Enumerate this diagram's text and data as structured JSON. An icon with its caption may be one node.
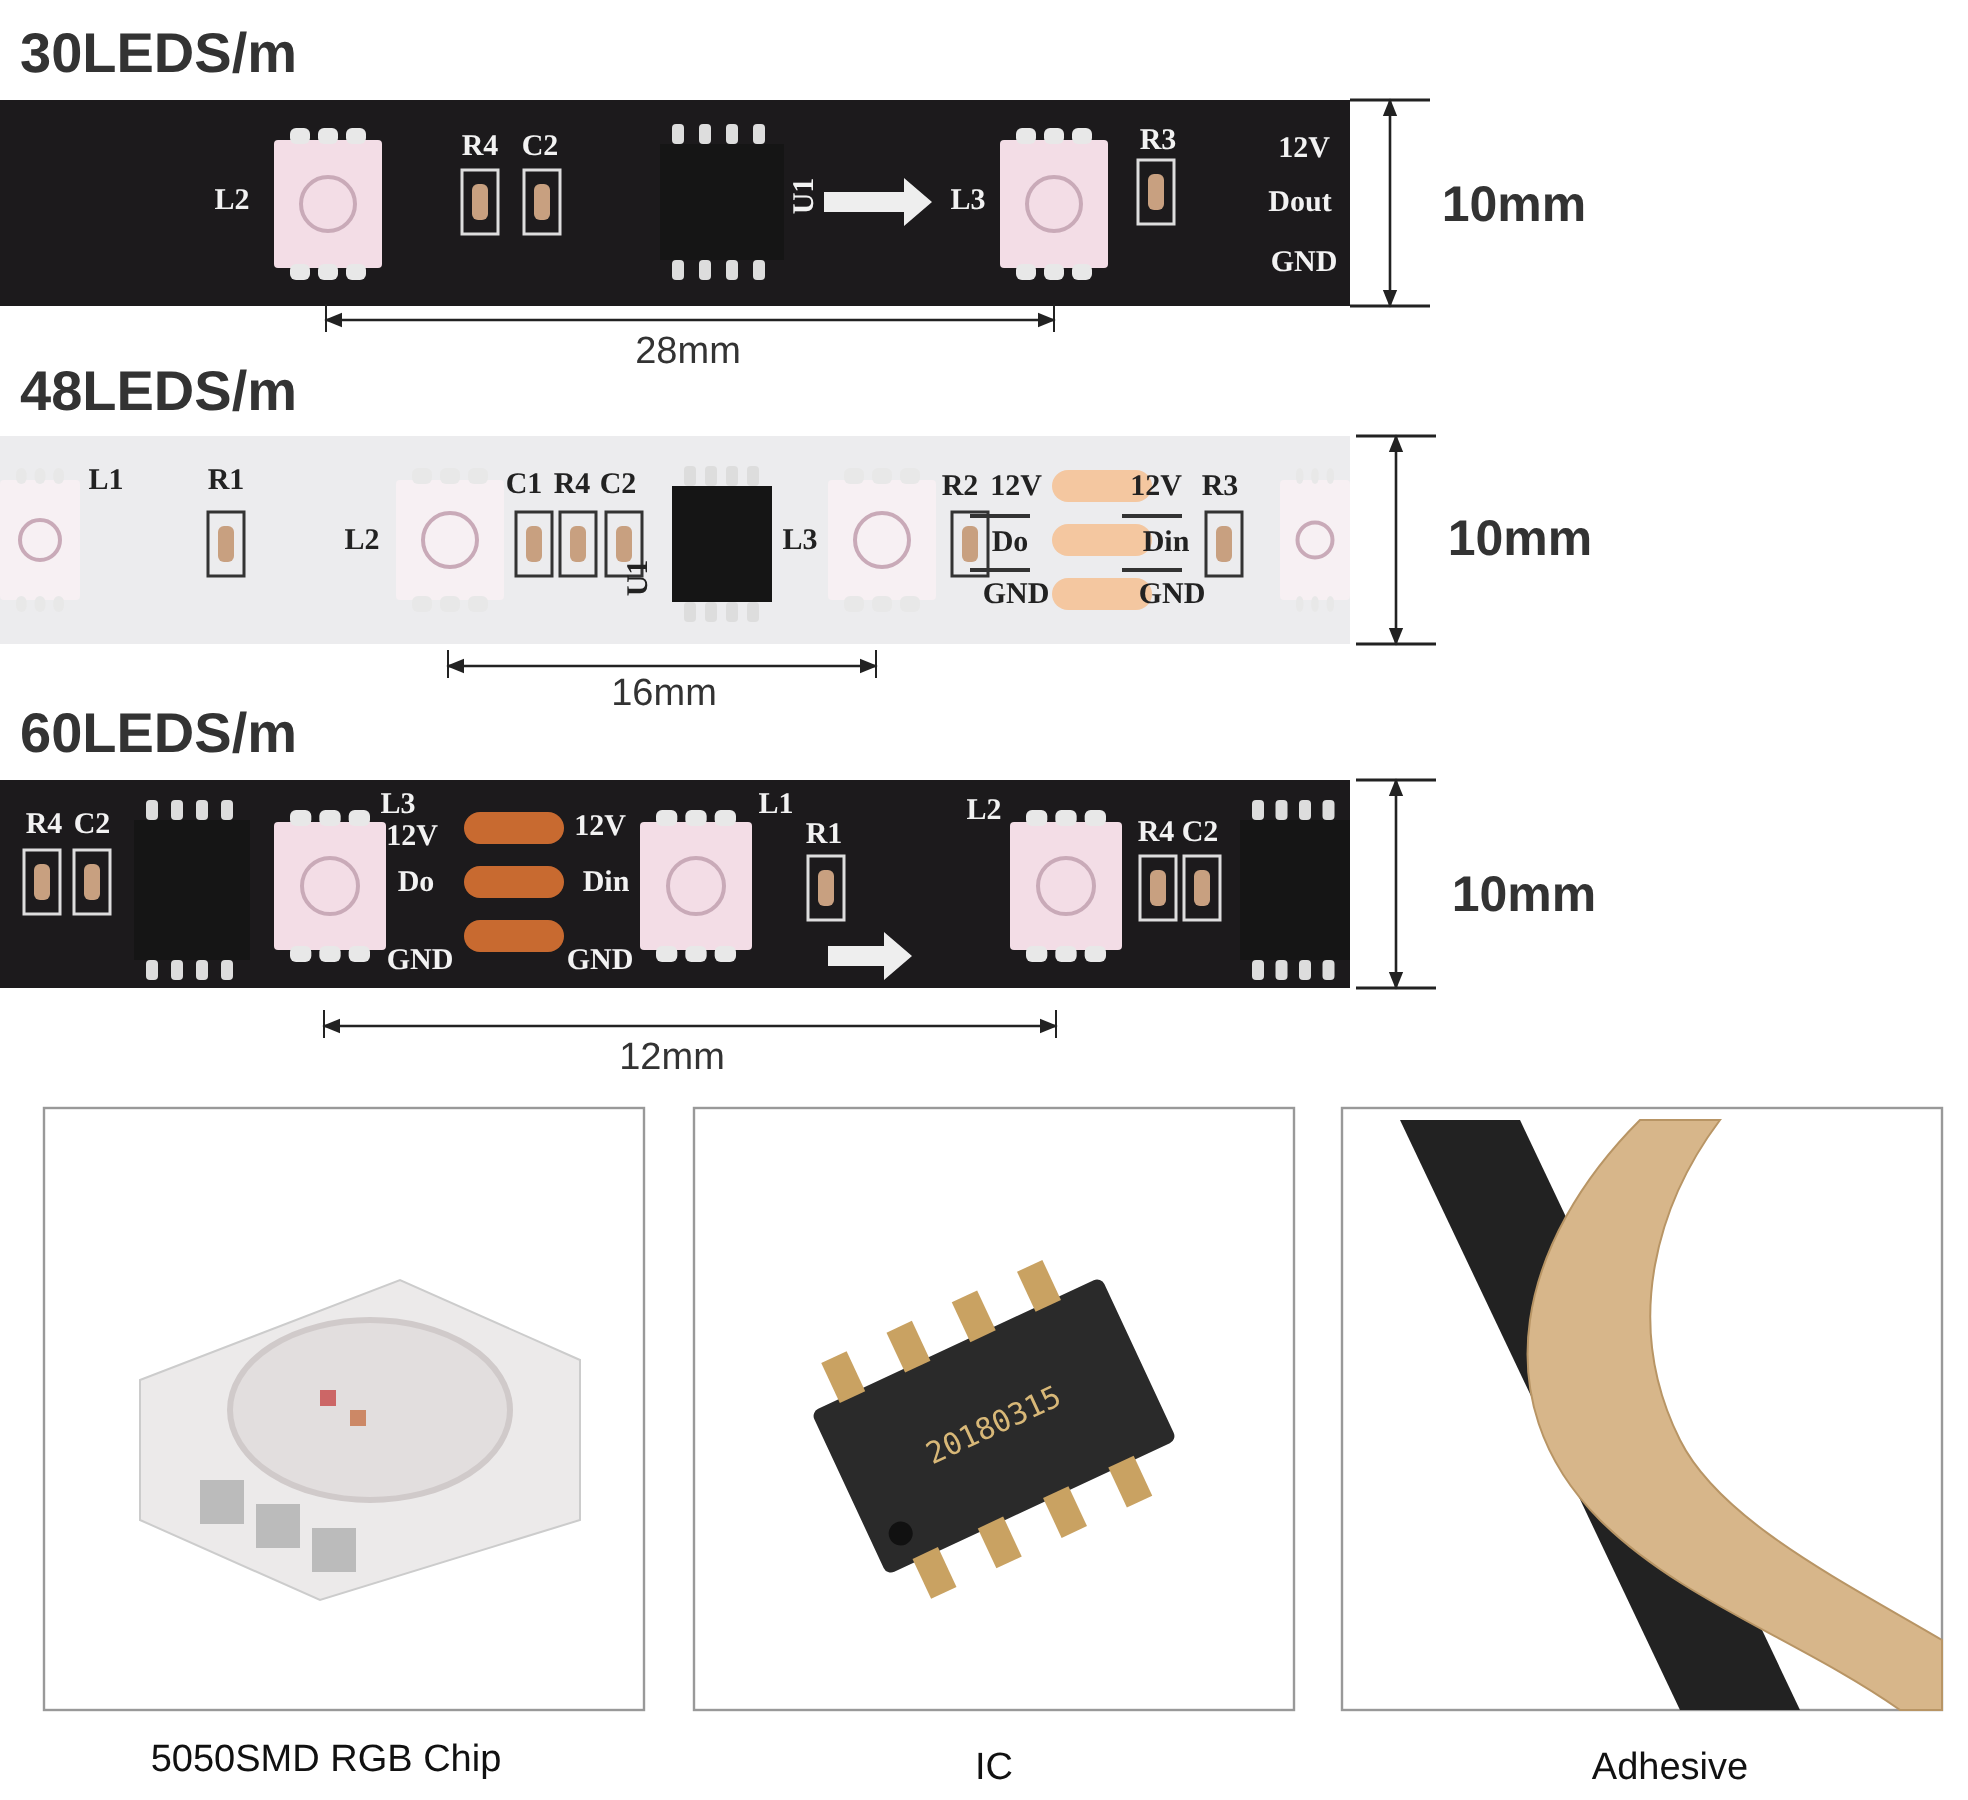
{
  "diagram": {
    "labels": [
      "30LEDS/m",
      "L2",
      "R4",
      "C2",
      "U1",
      "L3",
      "R3",
      "12V",
      "Dout",
      "GND",
      "10mm",
      "28mm",
      "48LEDS/m",
      "L1",
      "R1",
      "L2",
      "C1",
      "R4",
      "C2",
      "U1",
      "L3",
      "R2",
      "12V",
      "Do",
      "GND",
      "12V",
      "Din",
      "GND",
      "R3",
      "10mm",
      "16mm",
      "60LEDS/m",
      "R4",
      "C2",
      "L3",
      "12V",
      "Do",
      "GND",
      "12V",
      "Din",
      "GND",
      "L1",
      "R1",
      "L2",
      "R4",
      "C2",
      "10mm",
      "12mm",
      "20180315",
      "5050SMD RGB Chip",
      "IC",
      "Adhesive"
    ]
  }
}
